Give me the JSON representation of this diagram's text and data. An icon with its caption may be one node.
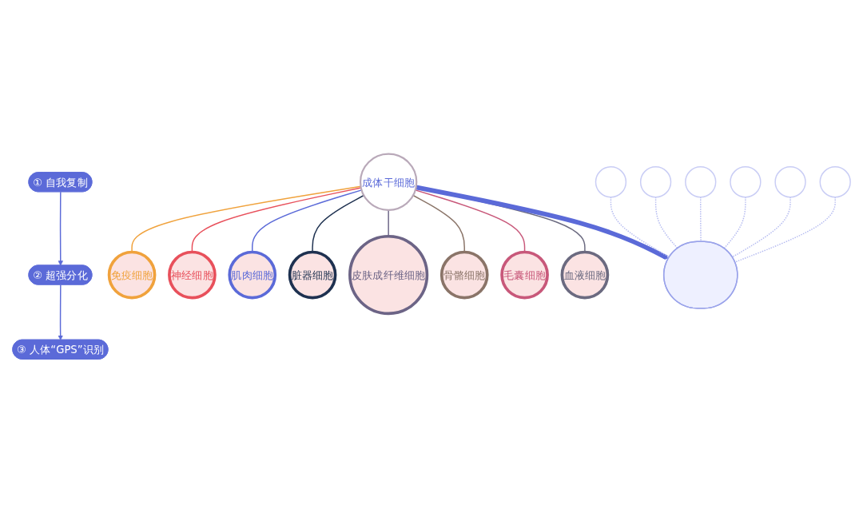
{
  "diagram": {
    "nodes": [
      {
        "text": [
          "① 自我复制"
        ]
      },
      {
        "text": [
          "② 超强分化"
        ]
      },
      {
        "text": [
          "③ 人体“GPS”识别"
        ]
      },
      {
        "text": [
          "成体干细胞"
        ]
      },
      {
        "text": [
          "免疫细胞"
        ]
      },
      {
        "text": [
          "神经细胞"
        ]
      },
      {
        "text": [
          "肌肉细胞"
        ]
      },
      {
        "text": [
          "脏器细胞"
        ]
      },
      {
        "text": [
          "皮肤成纤维细胞"
        ]
      },
      {
        "text": [
          "骨骼细胞"
        ]
      },
      {
        "text": [
          "毛囊细胞"
        ]
      },
      {
        "text": [
          "血液细胞"
        ]
      },
      {
        "text": [],
        "shape": "person"
      },
      {
        "text": [],
        "shape": "circle"
      },
      {
        "text": [],
        "shape": "circle"
      },
      {
        "text": [],
        "shape": "circle"
      },
      {
        "text": [],
        "shape": "circle"
      },
      {
        "text": [],
        "shape": "circle"
      },
      {
        "text": [],
        "shape": "circle"
      }
    ],
    "edges": [
      {
        "from": 0,
        "to": 1,
        "arrow": "to",
        "color": "#5b6ad8"
      },
      {
        "from": 1,
        "to": 2,
        "arrow": "to",
        "color": "#5b6ad8"
      },
      {
        "from": 3,
        "to": 4,
        "arrow": "none",
        "color": "#f0a23c"
      },
      {
        "from": 3,
        "to": 5,
        "arrow": "none",
        "color": "#e8505b"
      },
      {
        "from": 3,
        "to": 6,
        "arrow": "none",
        "color": "#5b6ad8"
      },
      {
        "from": 3,
        "to": 7,
        "arrow": "none",
        "color": "#1e3150"
      },
      {
        "from": 3,
        "to": 8,
        "arrow": "none",
        "color": "#6c6486"
      },
      {
        "from": 3,
        "to": 9,
        "arrow": "none",
        "color": "#8a7468"
      },
      {
        "from": 3,
        "to": 10,
        "arrow": "none",
        "color": "#c8587a"
      },
      {
        "from": 3,
        "to": 11,
        "arrow": "none",
        "color": "#6b6a80"
      },
      {
        "from": 3,
        "to": 12,
        "arrow": "to",
        "style": "thick",
        "color": "#5b6ad8"
      },
      {
        "from": 13,
        "to": 12,
        "arrow": "none",
        "style": "dashed",
        "color": "#b4baf0"
      },
      {
        "from": 14,
        "to": 12,
        "arrow": "none",
        "style": "dashed",
        "color": "#b4baf0"
      },
      {
        "from": 15,
        "to": 12,
        "arrow": "none",
        "style": "dashed",
        "color": "#b4baf0"
      },
      {
        "from": 16,
        "to": 12,
        "arrow": "none",
        "style": "dashed",
        "color": "#b4baf0"
      },
      {
        "from": 17,
        "to": 12,
        "arrow": "none",
        "style": "dashed",
        "color": "#b4baf0"
      },
      {
        "from": 18,
        "to": 12,
        "arrow": "none",
        "style": "dashed",
        "color": "#b4baf0"
      }
    ]
  }
}
